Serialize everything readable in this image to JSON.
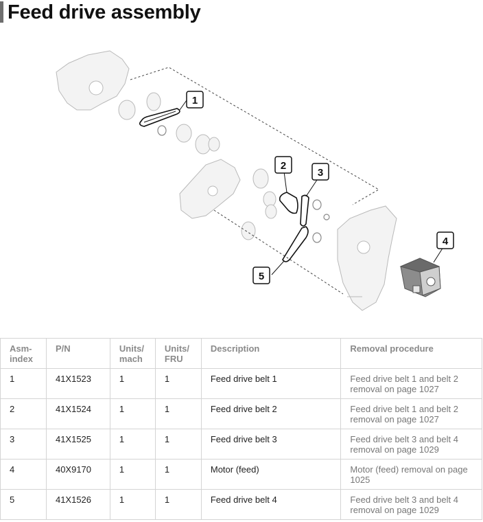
{
  "title": "Feed drive assembly",
  "callouts": [
    "1",
    "2",
    "3",
    "4",
    "5"
  ],
  "table": {
    "headers": [
      "Asm-\nindex",
      "P/N",
      "Units/\nmach",
      "Units/\nFRU",
      "Description",
      "Removal procedure"
    ],
    "rows": [
      {
        "asm": "1",
        "pn": "41X1523",
        "mach": "1",
        "fru": "1",
        "desc": "Feed drive belt 1",
        "proc": "Feed drive belt 1 and belt 2 removal on page 1027"
      },
      {
        "asm": "2",
        "pn": "41X1524",
        "mach": "1",
        "fru": "1",
        "desc": "Feed drive belt 2",
        "proc": "Feed drive belt 1 and belt 2 removal on page 1027"
      },
      {
        "asm": "3",
        "pn": "41X1525",
        "mach": "1",
        "fru": "1",
        "desc": "Feed drive belt 3",
        "proc": "Feed drive belt 3 and belt 4 removal on page 1029"
      },
      {
        "asm": "4",
        "pn": "40X9170",
        "mach": "1",
        "fru": "1",
        "desc": "Motor (feed)",
        "proc": "Motor (feed) removal on page 1025"
      },
      {
        "asm": "5",
        "pn": "41X1526",
        "mach": "1",
        "fru": "1",
        "desc": "Feed drive belt 4",
        "proc": "Feed drive belt 3 and belt 4 removal on page 1029"
      }
    ]
  }
}
